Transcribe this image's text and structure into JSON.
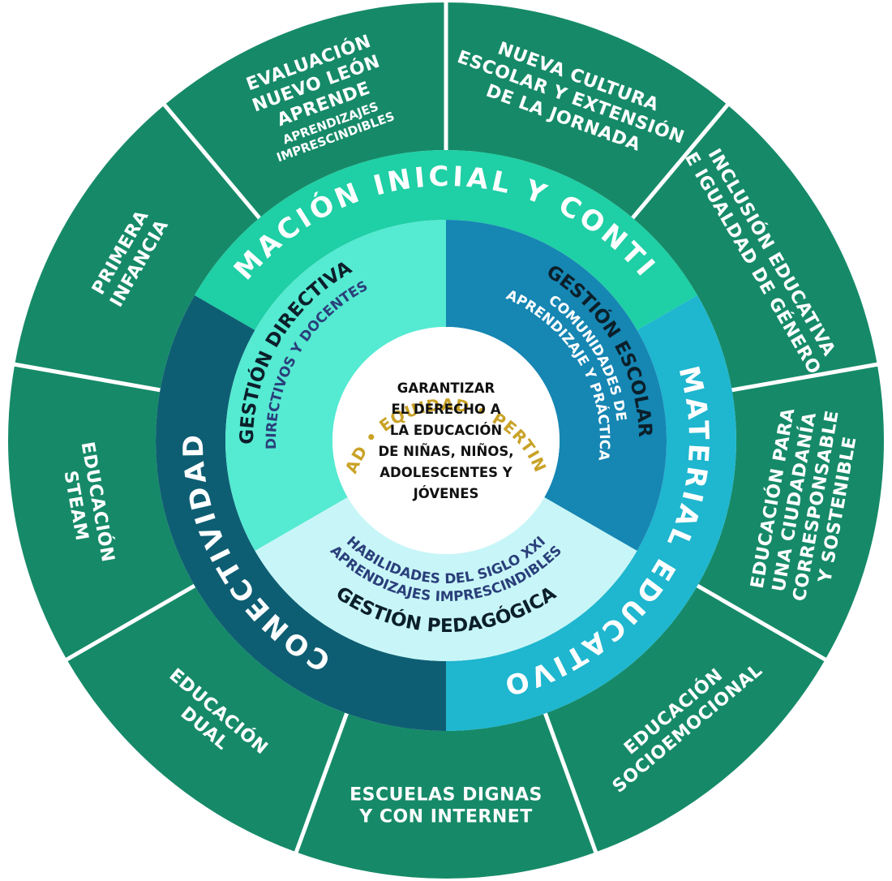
{
  "colors": {
    "outer_green": "#168a68",
    "divider": "#ffffff",
    "formacion": "#1fcfa5",
    "material": "#1fb6cf",
    "conectividad": "#0e5e73",
    "directiva": "#55ead2",
    "escolar": "#1686b3",
    "pedagogica": "#c8f6f8",
    "center": "#ffffff",
    "values_gold": "#c9a227"
  },
  "outer_sectors": [
    {
      "lines": [
        "NUEVA CULTURA",
        "ESCOLAR Y EXTENSIÓN",
        "DE LA JORNADA"
      ],
      "sub": []
    },
    {
      "lines": [
        "INCLUSIÓN EDUCATIVA",
        "E IGUALDAD DE GÉNERO"
      ],
      "sub": []
    },
    {
      "lines": [
        "EDUCACIÓN PARA",
        "UNA CIUDADANÍA",
        "CORRESPONSABLE",
        "Y SOSTENIBLE"
      ],
      "sub": []
    },
    {
      "lines": [
        "EDUCACIÓN",
        "SOCIOEMOCIONAL"
      ],
      "sub": []
    },
    {
      "lines": [
        "ESCUELAS DIGNAS",
        "Y CON INTERNET"
      ],
      "sub": []
    },
    {
      "lines": [
        "EDUCACIÓN",
        "DUAL"
      ],
      "sub": []
    },
    {
      "lines": [
        "EDUCACIÓN",
        "STEAM"
      ],
      "sub": []
    },
    {
      "lines": [
        "PRIMERA",
        "INFANCIA"
      ],
      "sub": []
    },
    {
      "lines": [
        "EVALUACIÓN",
        "NUEVO LEÓN",
        "APRENDE"
      ],
      "sub": [
        "APRENDIZAJES",
        "IMPRESCINDIBLES"
      ]
    }
  ],
  "ring": [
    {
      "label": "FORMACIÓN INICIAL Y CONTINUA"
    },
    {
      "label": "MATERIAL EDUCATIVO"
    },
    {
      "label": "CONECTIVIDAD"
    }
  ],
  "pillars": [
    {
      "title": "GESTIÓN DIRECTIVA",
      "sub": [
        "DIRECTIVOS Y DOCENTES"
      ]
    },
    {
      "title": "GESTIÓN ESCOLAR",
      "sub": [
        "COMUNIDADES DE",
        "APRENDIZAJE Y PRÁCTICA"
      ]
    },
    {
      "title": "GESTIÓN PEDAGÓGICA",
      "sub": [
        "APRENDIZAJES IMPRESCINDIBLES",
        "HABILIDADES DEL SIGLO XXI"
      ]
    }
  ],
  "values_text": "CALIDAD • EQUIDAD • PERTINENCIA",
  "center_lines": [
    "GARANTIZAR",
    "EL DERECHO A",
    "LA EDUCACIÓN",
    "DE NIÑAS, NIÑOS,",
    "ADOLESCENTES Y",
    "JÓVENES"
  ]
}
